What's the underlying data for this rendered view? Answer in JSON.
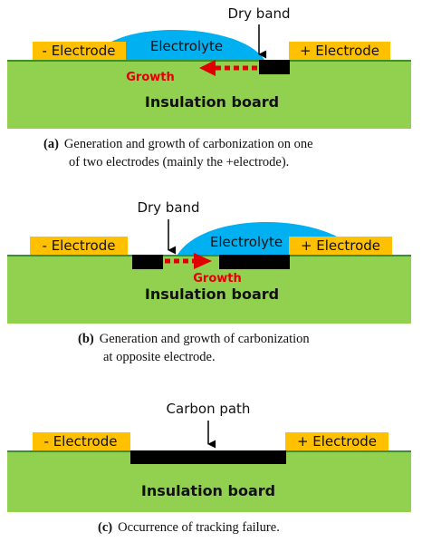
{
  "panel_a": {
    "neg_electrode": "- Electrode",
    "pos_electrode": "+ Electrode",
    "electrolyte": "Electrolyte",
    "dry_band": "Dry band",
    "growth": "Growth",
    "board": "Insulation board",
    "caption_letter": "(a)",
    "caption_line1": "Generation and growth of carbonization on one",
    "caption_line2": "of two electrodes (mainly the +electrode)."
  },
  "panel_b": {
    "neg_electrode": "- Electrode",
    "pos_electrode": "+ Electrode",
    "electrolyte": "Electrolyte",
    "dry_band": "Dry band",
    "growth": "Growth",
    "board": "Insulation board",
    "caption_letter": "(b)",
    "caption_line1": "Generation and growth of carbonization",
    "caption_line2": "at opposite electrode."
  },
  "panel_c": {
    "neg_electrode": "- Electrode",
    "pos_electrode": "+ Electrode",
    "carbon_path": "Carbon path",
    "board": "Insulation board",
    "caption_letter": "(c)",
    "caption_line1": "Occurrence of tracking failure."
  },
  "colors": {
    "board": "#92d050",
    "board_edge": "#3d8f2a",
    "electrode": "#ffc000",
    "electrolyte": "#00b0f0",
    "carbon": "#000000",
    "growth_arrow": "#e00000"
  }
}
